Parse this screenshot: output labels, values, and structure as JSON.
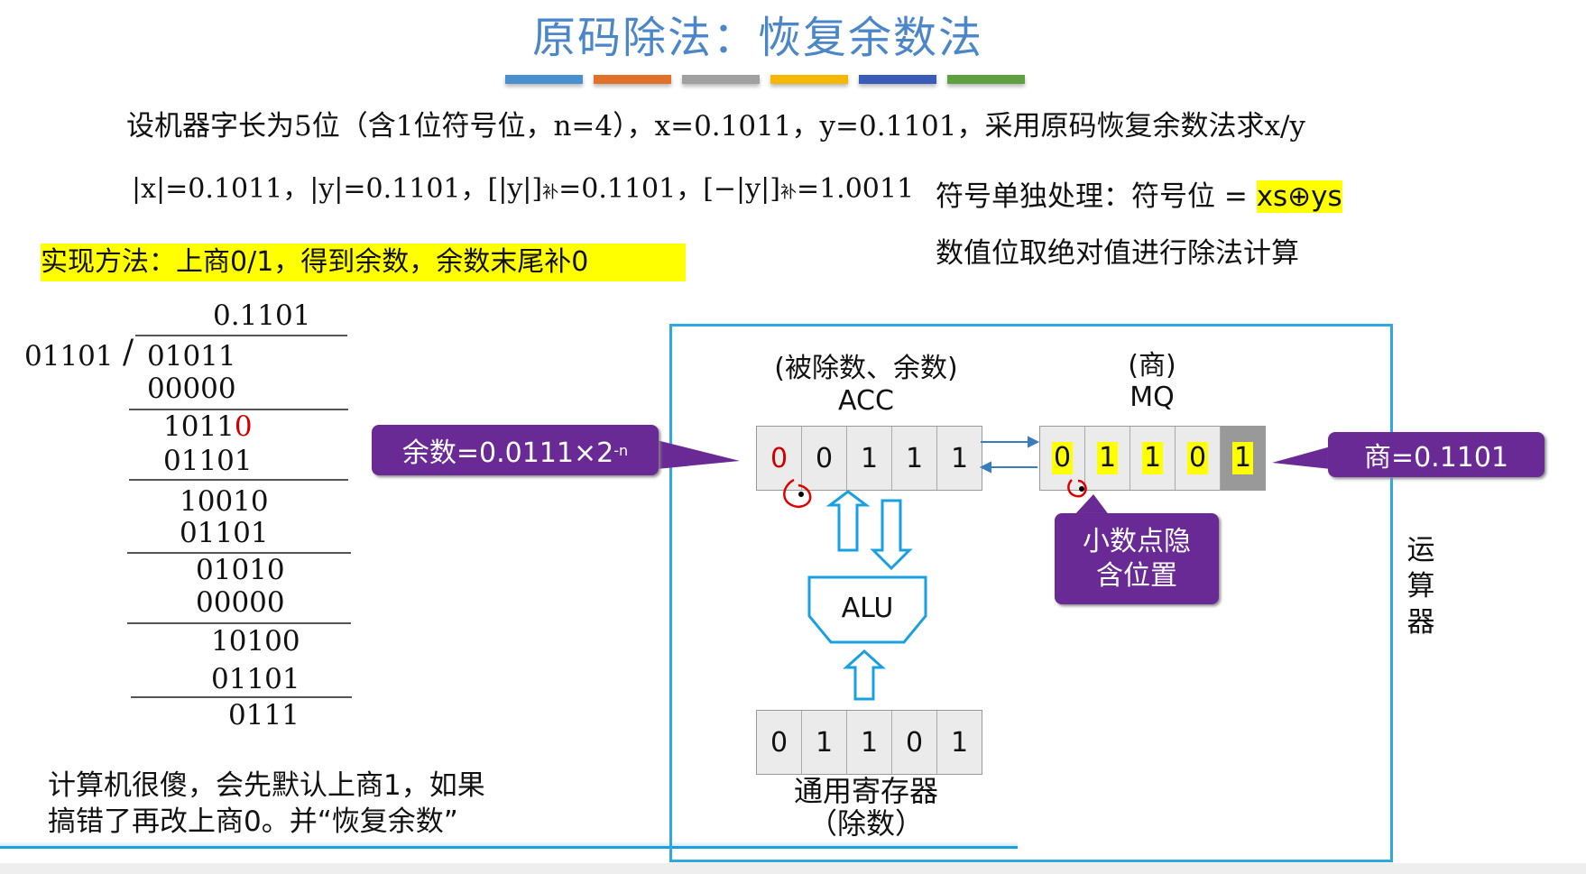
{
  "title": "原码除法：恢复余数法",
  "color_bars": [
    "#4a90d0",
    "#e0702a",
    "#a0a0a0",
    "#f5b800",
    "#3a5bb8",
    "#5fa040"
  ],
  "problem": {
    "text": "设机器字长为5位（含1位符号位，n=4），x=0.1011，y=0.1101，采用原码恢复余数法求x/y"
  },
  "values": {
    "abs_x": "|x|=0.1011，",
    "abs_y": "|y|=0.1101，",
    "y_comp": "[|y|]",
    "sub_bu": "补",
    "y_comp_val": "=0.1101，",
    "neg_y_comp": "[−|y|]",
    "neg_y_comp_val": "=1.0011"
  },
  "sign": {
    "text": "符号单独处理：符号位 = ",
    "formula": "xs⊕ys",
    "value_text": "数值位取绝对值进行除法计算"
  },
  "method": "实现方法：上商0/1，得到余数，余数末尾补0",
  "division": {
    "quotient": "0.1101",
    "divisor": "01101",
    "rows": [
      "01011",
      "00000",
      "1011",
      "0",
      "01101",
      "10010",
      "01101",
      "01010",
      "00000",
      "10100",
      "01101",
      "0111"
    ]
  },
  "diagram": {
    "acc_caption": "(被除数、余数)",
    "acc_label": "ACC",
    "acc_bits": [
      "0",
      "0",
      "1",
      "1",
      "1"
    ],
    "mq_caption": "(商)",
    "mq_label": "MQ",
    "mq_bits": [
      "0",
      "1",
      "1",
      "0",
      "1"
    ],
    "alu": "ALU",
    "gpr_bits": [
      "0",
      "1",
      "1",
      "0",
      "1"
    ],
    "gpr_label": "通用寄存器",
    "gpr_caption": "（除数）",
    "remainder_callout": "余数=0.0111×2",
    "remainder_exp": "-n",
    "quotient_callout": "商=0.1101",
    "point_callout_1": "小数点隐",
    "point_callout_2": "含位置",
    "unit_label": [
      "运",
      "算",
      "器"
    ]
  },
  "note": {
    "line1": "计算机很傻，会先默认上商1，如果",
    "line2": "搞错了再改上商0。并“恢复余数”"
  },
  "accent_colors": {
    "frame": "#2fa8e0",
    "callout": "#6a2a96",
    "highlight": "#ffff00",
    "red": "#d00000"
  }
}
